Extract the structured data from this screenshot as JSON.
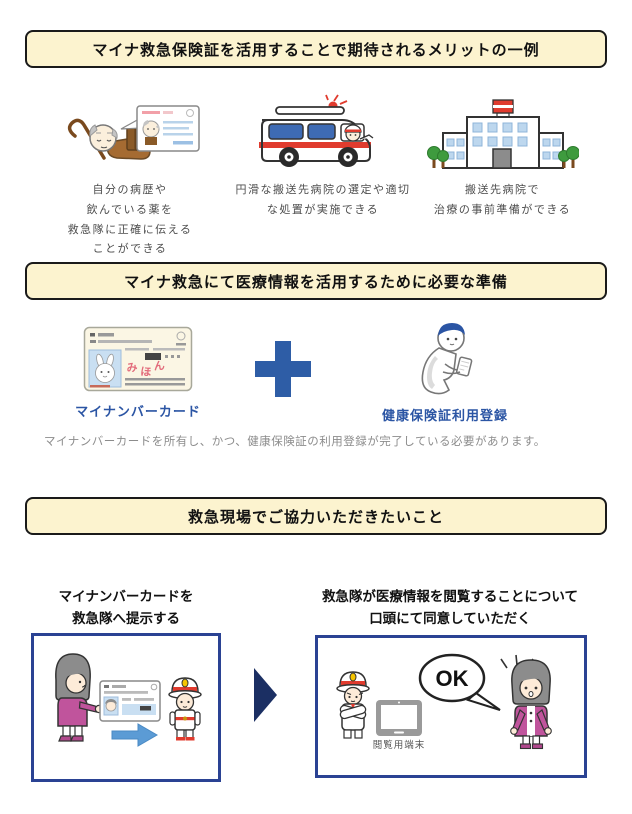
{
  "colors": {
    "banner_bg": "#FCF3CF",
    "banner_border": "#1a1a1a",
    "plus_blue": "#2E5DA6",
    "label_blue": "#2B55A4",
    "note_gray": "#8C8C8C",
    "box_border": "#2A4293",
    "step_arrow_navy": "#1B2F63",
    "hand_arrow_blue": "#5B9BD5",
    "emergency_red": "#E03B2E",
    "clothes_pink": "#C0549C"
  },
  "sections": {
    "merits": {
      "heading": "マイナ救急保険証を活用することで期待されるメリットの一例",
      "items": [
        {
          "icon": "elderly-patient-card-illustration",
          "lines": [
            "自分の病歴や",
            "飲んでいる薬を",
            "救急隊に正確に伝える",
            "ことができる"
          ]
        },
        {
          "icon": "ambulance-illustration",
          "lines": [
            "円滑な搬送先病院の選定や適切",
            "な処置が実施できる"
          ]
        },
        {
          "icon": "hospital-illustration",
          "lines": [
            "搬送先病院で",
            "治療の事前準備ができる"
          ]
        }
      ]
    },
    "preparation": {
      "heading": "マイナ救急にて医療情報を活用するために必要な準備",
      "card_label": "マイナンバーカード",
      "card_sample_chars": [
        "み",
        "ほ",
        "ん"
      ],
      "registration_label": "健康保険証利用登録",
      "note": "マイナンバーカードを所有し、かつ、健康保険証の利用登録が完了している必要があります。"
    },
    "cooperation": {
      "heading": "救急現場でご協力いただきたいこと",
      "steps": [
        {
          "title_lines": [
            "マイナンバーカードを",
            "救急隊へ提示する"
          ]
        },
        {
          "title_lines": [
            "救急隊が医療情報を閲覧することについて",
            "口頭にて同意していただく"
          ],
          "bubble_text": "OK",
          "terminal_label": "閲覧用端末"
        }
      ]
    }
  }
}
